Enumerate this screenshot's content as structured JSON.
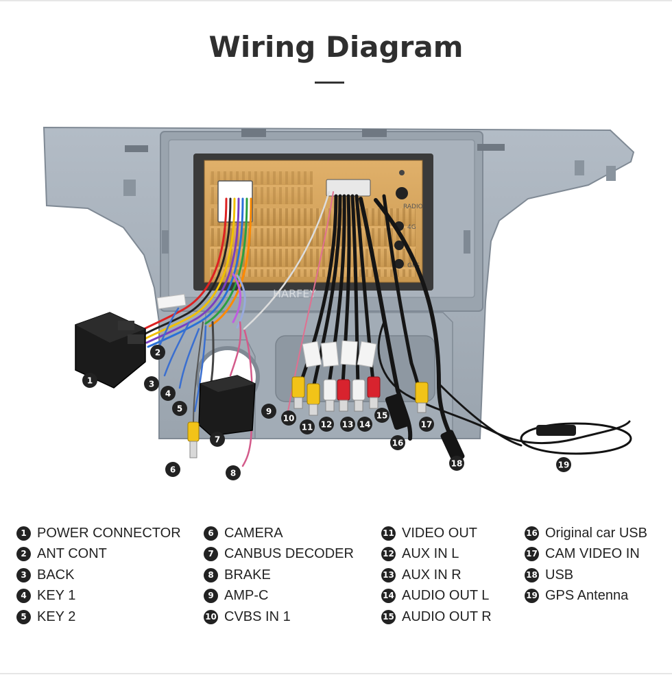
{
  "title": "Wiring Diagram",
  "watermark": "HARFEY",
  "panel_labels": {
    "radio": "RADIO",
    "fourg": "4G",
    "gps": "GPS"
  },
  "callouts": [
    "1",
    "2",
    "3",
    "4",
    "5",
    "6",
    "7",
    "8",
    "9",
    "10",
    "11",
    "12",
    "13",
    "14",
    "15",
    "16",
    "17",
    "18",
    "19"
  ],
  "legend": [
    {
      "num": "1",
      "label": "POWER CONNECTOR"
    },
    {
      "num": "2",
      "label": "ANT CONT"
    },
    {
      "num": "3",
      "label": "BACK"
    },
    {
      "num": "4",
      "label": "KEY 1"
    },
    {
      "num": "5",
      "label": "KEY 2"
    },
    {
      "num": "6",
      "label": "CAMERA"
    },
    {
      "num": "7",
      "label": "CANBUS DECODER"
    },
    {
      "num": "8",
      "label": "BRAKE"
    },
    {
      "num": "9",
      "label": "AMP-C"
    },
    {
      "num": "10",
      "label": "CVBS IN 1"
    },
    {
      "num": "11",
      "label": "VIDEO OUT"
    },
    {
      "num": "12",
      "label": "AUX IN L"
    },
    {
      "num": "13",
      "label": "AUX IN R"
    },
    {
      "num": "14",
      "label": "AUDIO OUT L"
    },
    {
      "num": "15",
      "label": "AUDIO OUT R"
    },
    {
      "num": "16",
      "label": "Original car USB"
    },
    {
      "num": "17",
      "label": "CAM VIDEO IN"
    },
    {
      "num": "18",
      "label": "USB"
    },
    {
      "num": "19",
      "label": "GPS Antenna"
    }
  ],
  "colors": {
    "panel": "#a9b3bd",
    "panel_dark": "#8e98a2",
    "board": "#d3a55e",
    "rca_yellow": "#f2c318",
    "rca_red": "#d8232e",
    "rca_white": "#f2f2f2",
    "cable_black": "#151515"
  }
}
